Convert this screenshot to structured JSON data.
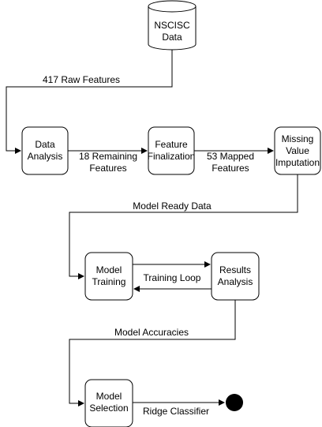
{
  "colors": {
    "stroke": "#000000",
    "fill": "#ffffff",
    "text": "#000000",
    "terminal": "#000000"
  },
  "nodes": {
    "data_source": {
      "line1": "NSCISC",
      "line2": "Data"
    },
    "data_analysis": {
      "line1": "Data",
      "line2": "Analysis"
    },
    "feature_finalization": {
      "line1": "Feature",
      "line2": "Finalization"
    },
    "missing_value_imputation": {
      "line1": "Missing",
      "line2": "Value",
      "line3": "Imputation"
    },
    "model_training": {
      "line1": "Model",
      "line2": "Training"
    },
    "results_analysis": {
      "line1": "Results",
      "line2": "Analysis"
    },
    "model_selection": {
      "line1": "Model",
      "line2": "Selection"
    }
  },
  "edges": {
    "raw_features": {
      "line1": "417 Raw Features"
    },
    "remaining_features": {
      "line1": "18 Remaining",
      "line2": "Features"
    },
    "mapped_features": {
      "line1": "53 Mapped",
      "line2": "Features"
    },
    "model_ready_data": {
      "line1": "Model Ready Data"
    },
    "training_loop": {
      "line1": "Training Loop"
    },
    "model_accuracies": {
      "line1": "Model Accuracies"
    },
    "ridge_classifier": {
      "line1": "Ridge Classifier"
    }
  }
}
